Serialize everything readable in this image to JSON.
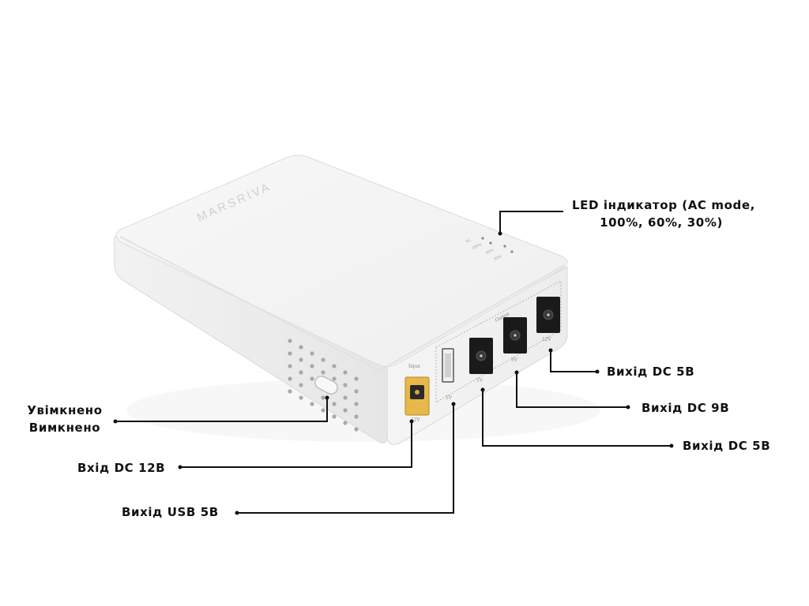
{
  "device": {
    "brand": "MARSRIVA",
    "input_port_label": "Input",
    "input_voltage": "12V",
    "output_group_label": "Output",
    "usb_voltage": "5V",
    "dc_port_voltages": [
      "5V",
      "9V",
      "12V"
    ],
    "led_labels": [
      "AC",
      "100%",
      "60%",
      "30%"
    ]
  },
  "callouts": {
    "led_line1": "LED індикатор (AC mode,",
    "led_line2": "100%, 60%, 30%)",
    "out_dc_right": "Вихід DC 5В",
    "out_dc_9": "Вихід DC 9В",
    "out_dc_left": "Вихід DC 5В",
    "power_on": "Увімкнено",
    "power_off": "Вимкнено",
    "in_dc_12": "Вхід DC 12В",
    "out_usb": "Вихід USB 5В"
  },
  "colors": {
    "body_top": "#f4f4f4",
    "body_side": "#e9e9e9",
    "input_port": "#e8b84a",
    "port_dark": "#1a1a1a",
    "leader_line": "#111111"
  }
}
